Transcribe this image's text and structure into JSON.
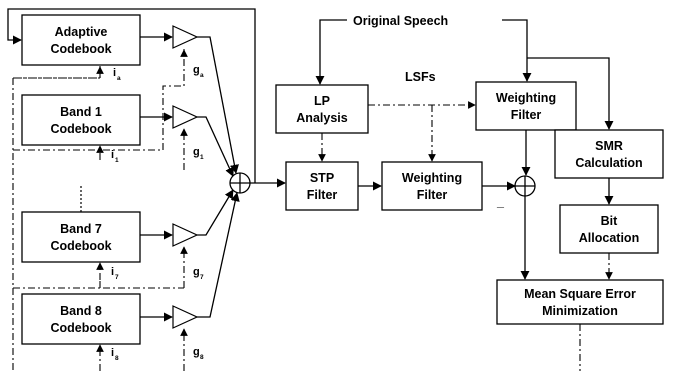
{
  "boxes": {
    "adaptive": [
      "Adaptive",
      "Codebook"
    ],
    "band1": [
      "Band 1",
      "Codebook"
    ],
    "band7": [
      "Band 7",
      "Codebook"
    ],
    "band8": [
      "Band 8",
      "Codebook"
    ],
    "lp": [
      "LP",
      "Analysis"
    ],
    "stp": [
      "STP",
      "Filter"
    ],
    "wf_bottom": [
      "Weighting",
      "Filter"
    ],
    "wf_top": [
      "Weighting",
      "Filter"
    ],
    "smr": [
      "SMR",
      "Calculation"
    ],
    "bit": [
      "Bit",
      "Allocation"
    ],
    "mse": [
      "Mean Square Error",
      "Minimization"
    ]
  },
  "labels": {
    "original_speech": "Original Speech",
    "lsfs": "LSFs",
    "minus": "_"
  },
  "gains": {
    "ga": {
      "g": "g",
      "sub": "a"
    },
    "g1": {
      "g": "g",
      "sub": "1"
    },
    "g7": {
      "g": "g",
      "sub": "7"
    },
    "g8": {
      "g": "g",
      "sub": "8"
    }
  },
  "indices": {
    "ia": {
      "i": "i",
      "sub": "a"
    },
    "i1": {
      "i": "i",
      "sub": "1"
    },
    "i7": {
      "i": "i",
      "sub": "7"
    },
    "i8": {
      "i": "i",
      "sub": "8"
    }
  }
}
